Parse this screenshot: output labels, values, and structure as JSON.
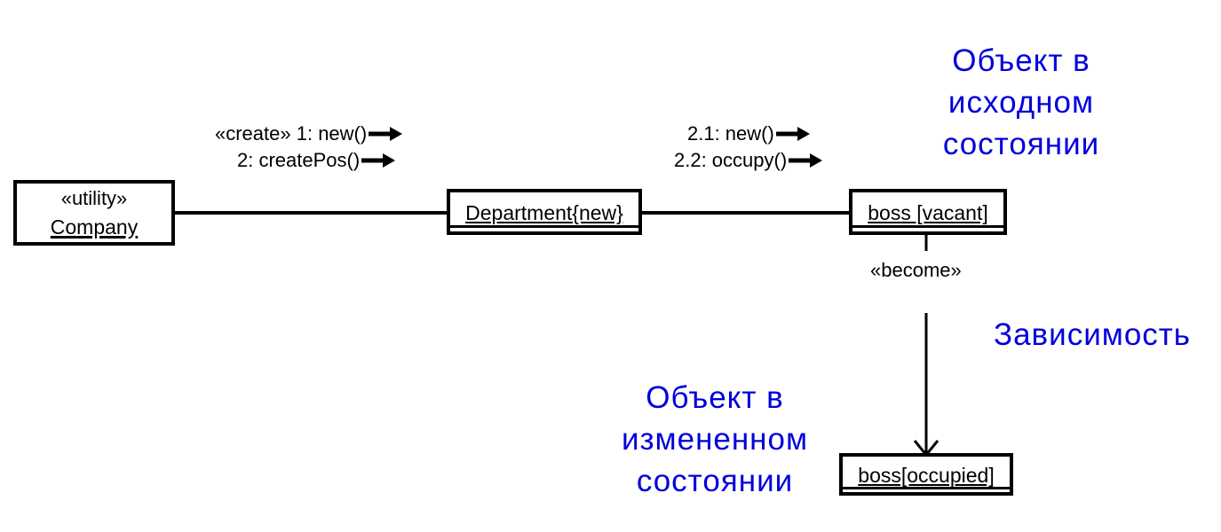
{
  "objects": {
    "company": {
      "stereotype": "«utility»",
      "name": "Company"
    },
    "department": {
      "name": "Department{new}"
    },
    "boss_vacant": {
      "name": "boss [vacant]"
    },
    "boss_occupied": {
      "name": "boss[occupied]"
    }
  },
  "messages": {
    "m1": "«create»  1:  new()",
    "m2": "2: createPos()",
    "m21": "2.1:  new()",
    "m22": "2.2:  occupy()"
  },
  "dependency": {
    "stereotype": "«become»"
  },
  "notes": {
    "initial_state": "Объект в\nисходном\nсостоянии",
    "dependency": "Зависимость",
    "changed_state": "Объект в\nизмененном\nсостоянии"
  },
  "colors": {
    "notes": "#0000dd",
    "lines": "#000000"
  }
}
